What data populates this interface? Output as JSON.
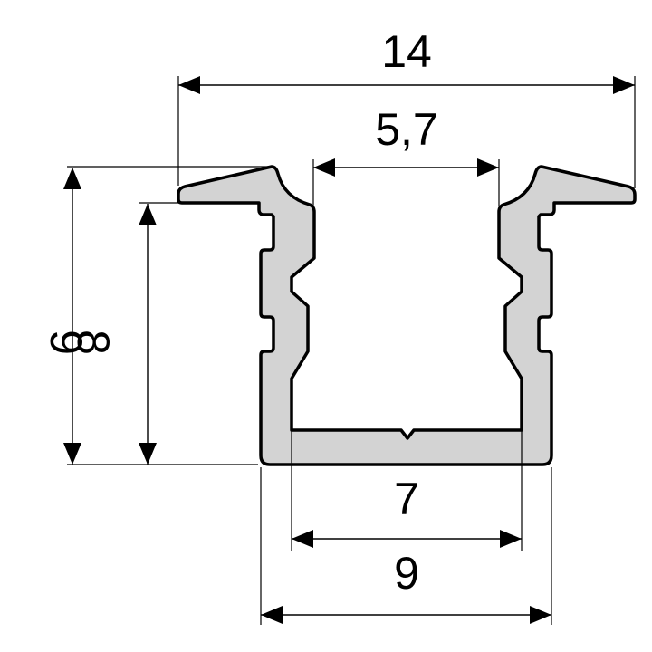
{
  "diagram": {
    "type": "profile-cross-section",
    "description": "Recessed aluminium profile cross-section with dimension lines",
    "colors": {
      "profile_fill": "#d3d3d3",
      "outline": "#000000",
      "background": "#ffffff"
    },
    "dimensions": {
      "overall_width": "14",
      "opening_width": "5,7",
      "outer_height": "9",
      "inner_height": "8",
      "inner_bottom_width": "7",
      "outer_bottom_width": "9"
    }
  }
}
